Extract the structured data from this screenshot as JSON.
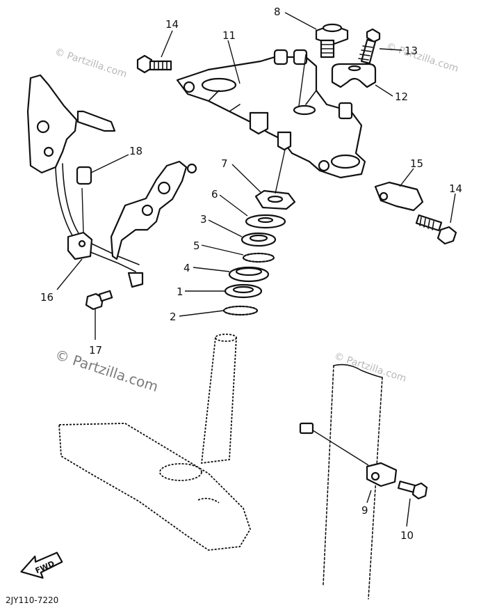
{
  "watermark": {
    "main": "© Partzilla.com",
    "small": "© Partzilla.com"
  },
  "diagram_code": "2JY110-7220",
  "fwd_label": "FWD",
  "callouts": [
    {
      "id": "8",
      "label": "8"
    },
    {
      "id": "11",
      "label": "11"
    },
    {
      "id": "13",
      "label": "13"
    },
    {
      "id": "14a",
      "label": "14"
    },
    {
      "id": "12",
      "label": "12"
    },
    {
      "id": "18",
      "label": "18"
    },
    {
      "id": "7",
      "label": "7"
    },
    {
      "id": "15",
      "label": "15"
    },
    {
      "id": "14b",
      "label": "14"
    },
    {
      "id": "6",
      "label": "6"
    },
    {
      "id": "3",
      "label": "3"
    },
    {
      "id": "5",
      "label": "5"
    },
    {
      "id": "4",
      "label": "4"
    },
    {
      "id": "1",
      "label": "1"
    },
    {
      "id": "2",
      "label": "2"
    },
    {
      "id": "16",
      "label": "16"
    },
    {
      "id": "17",
      "label": "17"
    },
    {
      "id": "9",
      "label": "9"
    },
    {
      "id": "10",
      "label": "10"
    }
  ]
}
